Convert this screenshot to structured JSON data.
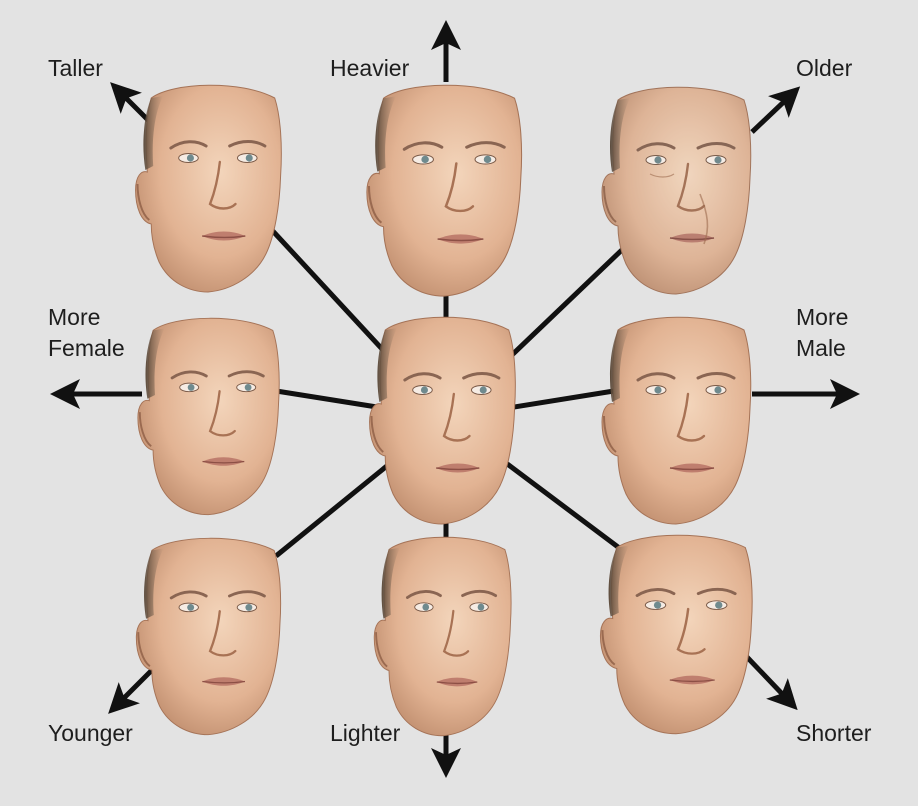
{
  "labels": {
    "taller": "Taller",
    "heavier": "Heavier",
    "older": "Older",
    "more_female_line1": "More",
    "more_female_line2": "Female",
    "more_male_line1": "More",
    "more_male_line2": "Male",
    "younger": "Younger",
    "lighter": "Lighter",
    "shorter": "Shorter"
  },
  "colors": {
    "background": "#e3e3e3",
    "arrow": "#111111",
    "skin_light": "#f1cfb3",
    "skin_mid": "#dfae8c",
    "skin_dark": "#b98463",
    "hair": "#6b5846",
    "lips": "#b9776a"
  },
  "faces": [
    {
      "id": "taller",
      "variant": "normal"
    },
    {
      "id": "heavier",
      "variant": "heavy"
    },
    {
      "id": "older",
      "variant": "old"
    },
    {
      "id": "more-female",
      "variant": "female"
    },
    {
      "id": "neutral",
      "variant": "normal"
    },
    {
      "id": "more-male",
      "variant": "normal"
    },
    {
      "id": "younger",
      "variant": "young"
    },
    {
      "id": "lighter",
      "variant": "light"
    },
    {
      "id": "shorter",
      "variant": "heavy"
    }
  ]
}
